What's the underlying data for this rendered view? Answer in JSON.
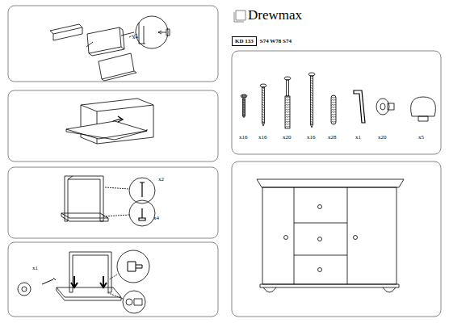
{
  "diagram": {
    "title": "Drewmax",
    "nodes": [
      {
        "text": [
          "KD 133"
        ]
      }
    ],
    "labels": [
      "x4",
      "x2",
      "x4",
      "x1",
      "S74 W78 S74",
      "x16",
      "x16",
      "x20",
      "x16",
      "x28",
      "x1",
      "x20",
      "x5"
    ]
  }
}
